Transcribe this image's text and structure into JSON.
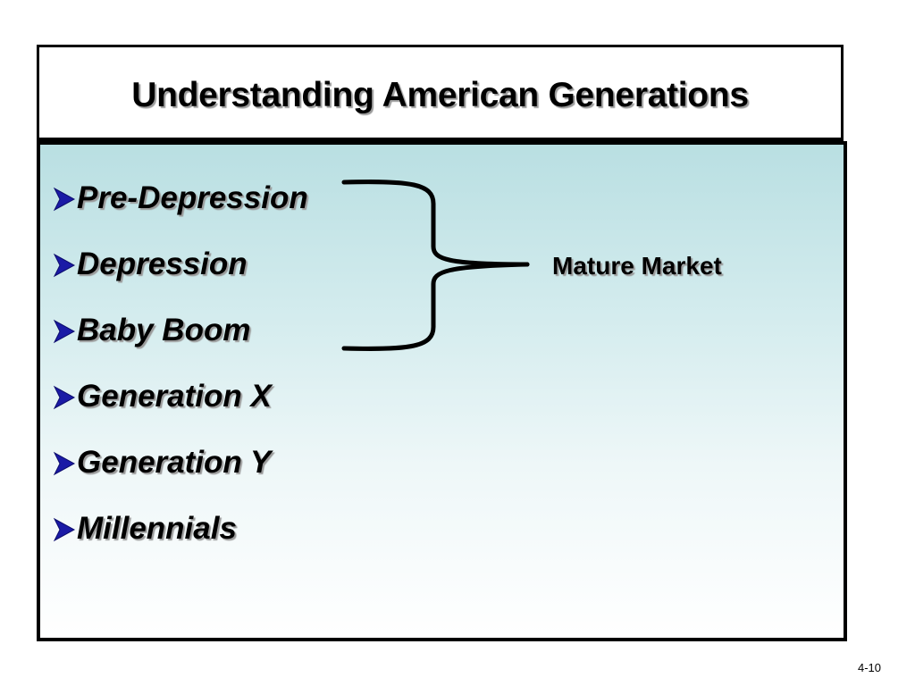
{
  "slide": {
    "title": "Understanding American Generations",
    "bullets": [
      {
        "label": "Pre-Depression"
      },
      {
        "label": "Depression"
      },
      {
        "label": "Baby Boom"
      },
      {
        "label": "Generation X"
      },
      {
        "label": "Generation Y"
      },
      {
        "label": "Millennials"
      }
    ],
    "brace_label": "Mature Market",
    "page_number": "4-10",
    "bullet_icon": "arrow-right-icon",
    "brace_icon": "right-curly-brace-icon",
    "colors": {
      "bullet_arrow": "#1a1aa6",
      "content_gradient_top": "#b9dfe2",
      "content_gradient_bottom": "#ffffff",
      "border": "#000000"
    }
  }
}
